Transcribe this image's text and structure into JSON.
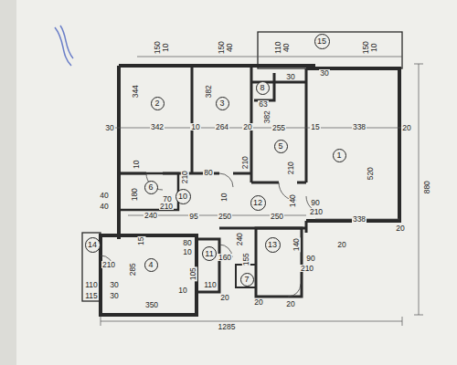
{
  "diagram": {
    "nodes": [
      {
        "text": [
          "15"
        ]
      },
      {
        "text": [
          "2"
        ]
      },
      {
        "text": [
          "3"
        ]
      },
      {
        "text": [
          "8"
        ]
      },
      {
        "text": [
          "1"
        ]
      },
      {
        "text": [
          "5"
        ]
      },
      {
        "text": [
          "6"
        ]
      },
      {
        "text": [
          "10"
        ]
      },
      {
        "text": [
          "12"
        ]
      },
      {
        "text": [
          "14"
        ]
      },
      {
        "text": [
          "4"
        ]
      },
      {
        "text": [
          "11"
        ]
      },
      {
        "text": [
          "7"
        ]
      },
      {
        "text": [
          "13"
        ]
      }
    ],
    "labels": [
      "150",
      "10",
      "150",
      "40",
      "110",
      "40",
      "30",
      "30",
      "150",
      "10",
      "344",
      "342",
      "30",
      "10",
      "264",
      "382",
      "20",
      "255",
      "382",
      "15",
      "338",
      "20",
      "63",
      "520",
      "880",
      "10",
      "180",
      "40",
      "40",
      "70",
      "210",
      "240",
      "210",
      "80",
      "10",
      "210",
      "95",
      "250",
      "250",
      "210",
      "140",
      "90",
      "210",
      "338",
      "20",
      "15",
      "80",
      "10",
      "160",
      "155",
      "240",
      "140",
      "90",
      "210",
      "10",
      "105",
      "110",
      "20",
      "20",
      "20",
      "285",
      "210",
      "110",
      "30",
      "115",
      "30",
      "350",
      "20",
      "1285"
    ]
  }
}
